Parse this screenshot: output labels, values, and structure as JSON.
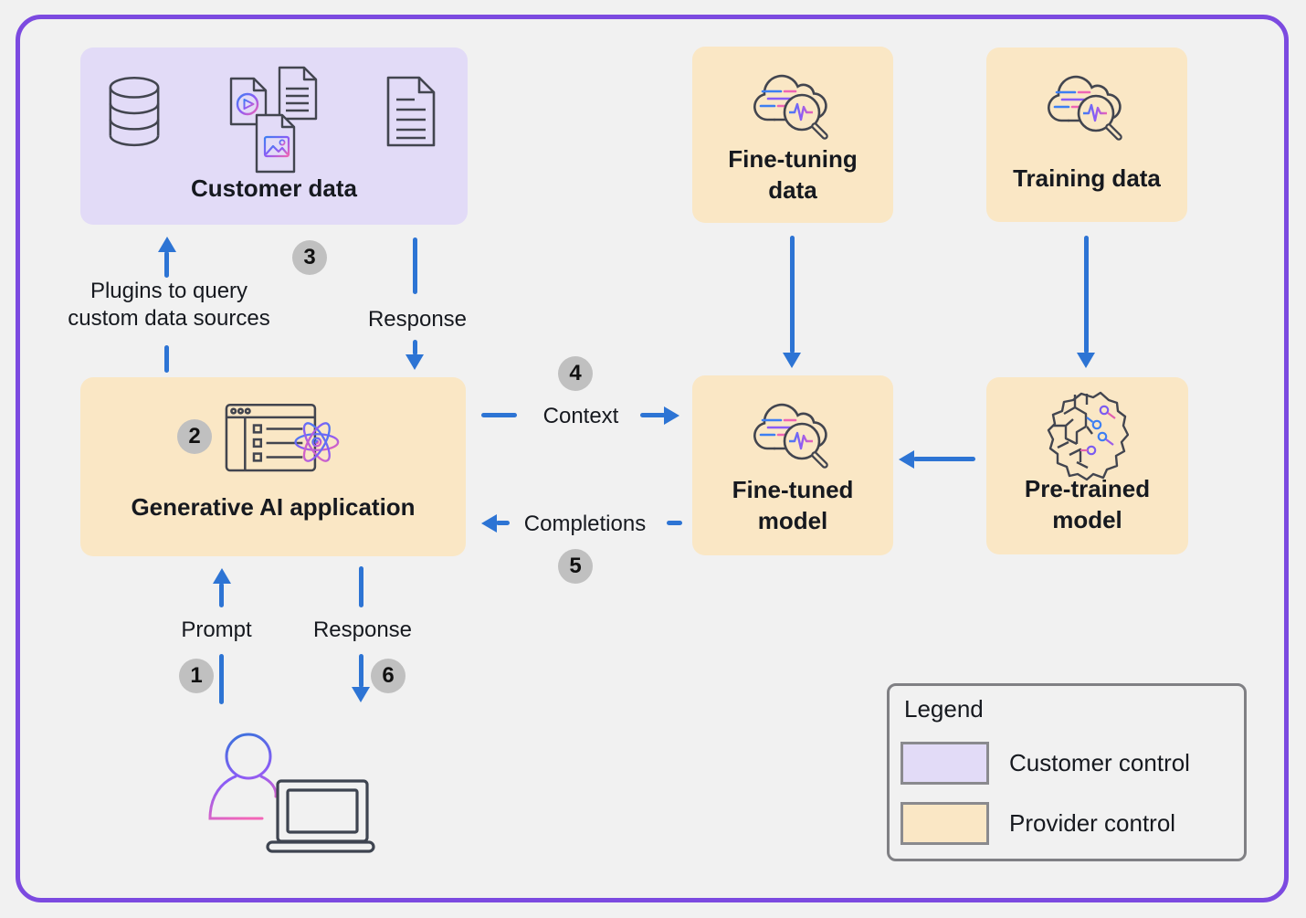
{
  "diagram_type": "architecture-flow",
  "colors": {
    "background": "#f1f1f1",
    "frame_border": "#7c4ae0",
    "customer_control": "#e2dbf7",
    "provider_control": "#fae7c5",
    "arrow_blue": "#2d74d4",
    "step_badge": "#c0c0c0",
    "icon_stroke": "#42454f",
    "text": "#16191f"
  },
  "nodes": {
    "customer_data": {
      "label": "Customer data",
      "icons": [
        "database-icon",
        "media-documents-icon",
        "document-icon"
      ]
    },
    "fine_tuning_data": {
      "label": "Fine-tuning data",
      "icons": [
        "cloud-insight-icon"
      ]
    },
    "training_data": {
      "label": "Training data",
      "icons": [
        "cloud-insight-icon"
      ]
    },
    "gen_ai_app": {
      "label": "Generative AI application",
      "icons": [
        "browser-react-icon"
      ]
    },
    "fine_tuned_model": {
      "label": "Fine-tuned model",
      "icons": [
        "cloud-insight-icon"
      ]
    },
    "pre_trained_model": {
      "label": "Pre-trained model",
      "icons": [
        "brain-circuit-icon"
      ]
    },
    "user": {
      "label": "",
      "icons": [
        "person-at-laptop-icon"
      ]
    }
  },
  "edges": {
    "plugins": {
      "label": "Plugins to query custom data sources",
      "direction": "up"
    },
    "response_top": {
      "label": "Response",
      "direction": "down"
    },
    "context": {
      "label": "Context",
      "direction": "right"
    },
    "completions": {
      "label": "Completions",
      "direction": "left"
    },
    "prompt": {
      "label": "Prompt",
      "direction": "up"
    },
    "response_bottom": {
      "label": "Response",
      "direction": "down"
    },
    "fine_tuning_to_model": {
      "label": "",
      "direction": "down"
    },
    "training_to_model": {
      "label": "",
      "direction": "down"
    },
    "pretrained_to_finetuned": {
      "label": "",
      "direction": "left"
    }
  },
  "steps": [
    "1",
    "2",
    "3",
    "4",
    "5",
    "6"
  ],
  "legend": {
    "title": "Legend",
    "items": [
      {
        "label": "Customer control",
        "color": "#e2dbf7"
      },
      {
        "label": "Provider control",
        "color": "#fae7c5"
      }
    ]
  }
}
